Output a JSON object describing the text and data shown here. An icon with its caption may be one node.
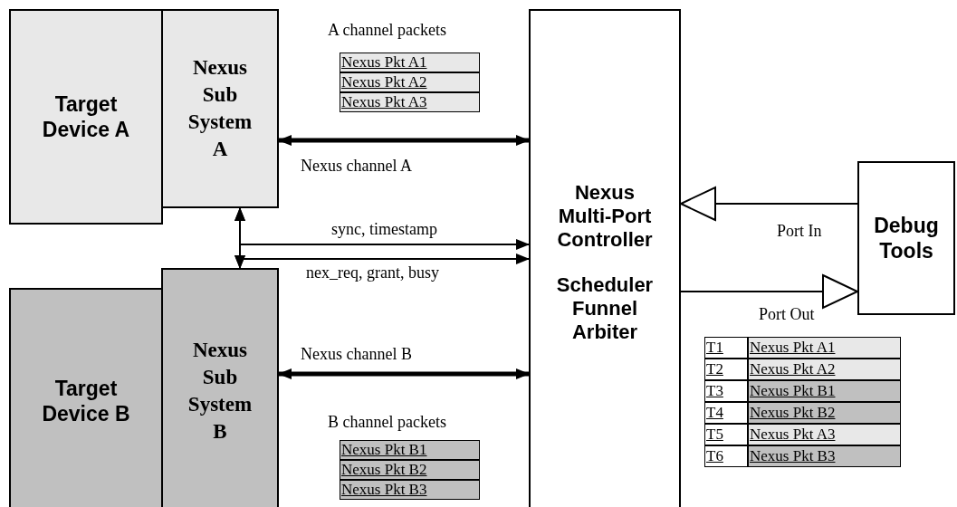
{
  "diagram": {
    "nodes": [
      {
        "text": [
          "Target Device A"
        ]
      },
      {
        "text": [
          "Nexus Sub System A"
        ]
      },
      {
        "text": [
          "Target Device B"
        ]
      },
      {
        "text": [
          "Nexus Sub System B"
        ]
      },
      {
        "text": [
          "Nexus Multi-Port Controller",
          "Scheduler Funnel Arbiter"
        ]
      },
      {
        "text": [
          "Debug Tools"
        ]
      },
      {
        "text": [
          "Nexus Pkt A1"
        ]
      },
      {
        "text": [
          "Nexus Pkt A2"
        ]
      },
      {
        "text": [
          "Nexus Pkt A3"
        ]
      },
      {
        "text": [
          "Nexus Pkt B1"
        ]
      },
      {
        "text": [
          "Nexus Pkt B2"
        ]
      },
      {
        "text": [
          "Nexus Pkt B3"
        ]
      }
    ],
    "edges": [
      {
        "from": 1,
        "to": 4,
        "arrow": "both",
        "label": "Nexus channel A",
        "style": "thick"
      },
      {
        "from": 1,
        "to": 3,
        "arrow": "both"
      },
      {
        "from": 1,
        "to": 4,
        "arrow": "both",
        "label": "sync, timestamp"
      },
      {
        "from": 3,
        "to": 4,
        "arrow": "both",
        "label": "nex_req, grant, busy"
      },
      {
        "from": 3,
        "to": 4,
        "arrow": "both",
        "label": "Nexus channel B",
        "style": "thick"
      },
      {
        "from": 5,
        "to": 4,
        "arrow": "to",
        "label": "Port In"
      },
      {
        "from": 4,
        "to": 5,
        "arrow": "to",
        "label": "Port Out"
      }
    ],
    "labels": [
      "A channel packets",
      "B channel packets",
      "T1",
      "Nexus Pkt A1",
      "T2",
      "Nexus Pkt A2",
      "T3",
      "Nexus Pkt B1",
      "T4",
      "Nexus Pkt B2",
      "T5",
      "Nexus Pkt A3",
      "T6",
      "Nexus Pkt B3"
    ]
  }
}
